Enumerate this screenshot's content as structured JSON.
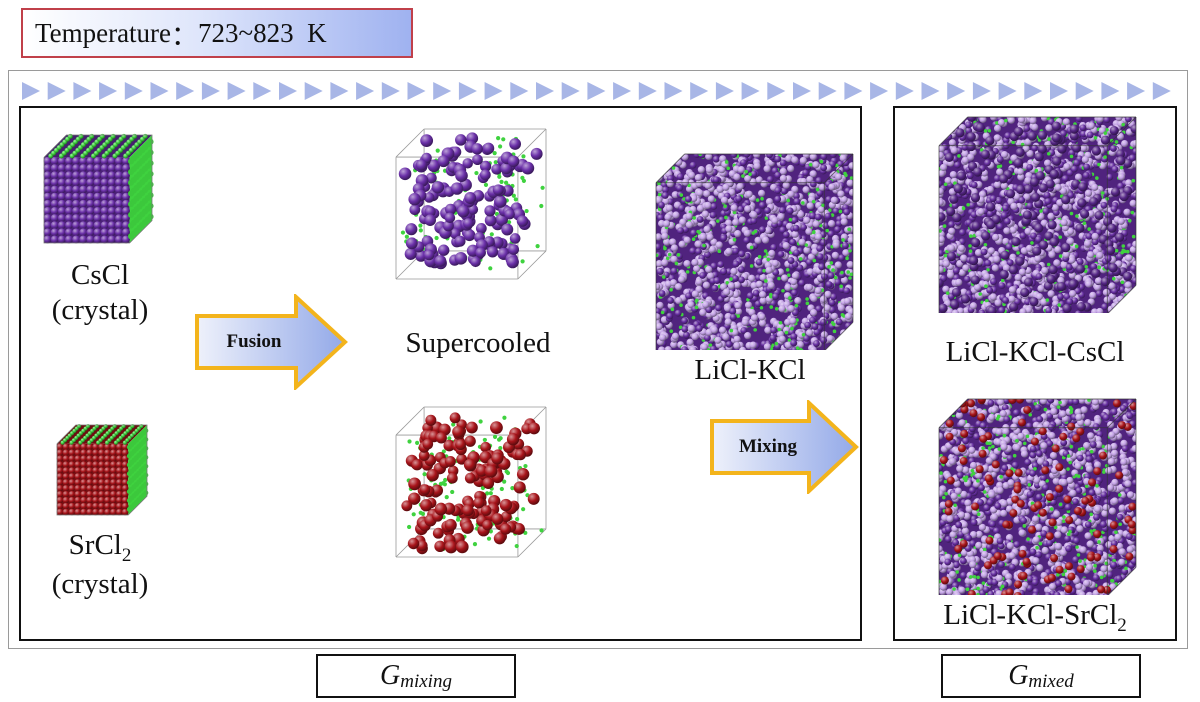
{
  "temperature": {
    "label": "Temperature",
    "separator": "：",
    "value": "723~823  K"
  },
  "stage1": {
    "cscl": {
      "name": "CsCl",
      "state": "(crystal)"
    },
    "srcl2": {
      "name_base": "SrCl",
      "name_sub": "2",
      "state": "(crystal)"
    }
  },
  "fusion_arrow": {
    "label": "Fusion"
  },
  "supercooled_label": "Supercooled",
  "licl_kcl_label": "LiCl-KCl",
  "mixing_arrow": {
    "label": "Mixing"
  },
  "results": {
    "cs": "LiCl-KCl-CsCl",
    "sr_base": "LiCl-KCl-SrCl",
    "sr_sub": "2"
  },
  "energy": {
    "mixing": {
      "symbol": "G",
      "subscript": "mixing"
    },
    "mixed": {
      "symbol": "G",
      "subscript": "mixed"
    }
  },
  "colors": {
    "cs_atom": "#6a2fa8",
    "sr_atom": "#a8141a",
    "cl_atom": "#3fd23f",
    "li_k_atom": "#c3a2e6",
    "arrow_fill_light": "#eef1fb",
    "arrow_fill_dark": "#93a9e8",
    "arrow_border": "#f3b41c",
    "chevron": "#a8b6e6",
    "temp_border": "#c0404a"
  }
}
